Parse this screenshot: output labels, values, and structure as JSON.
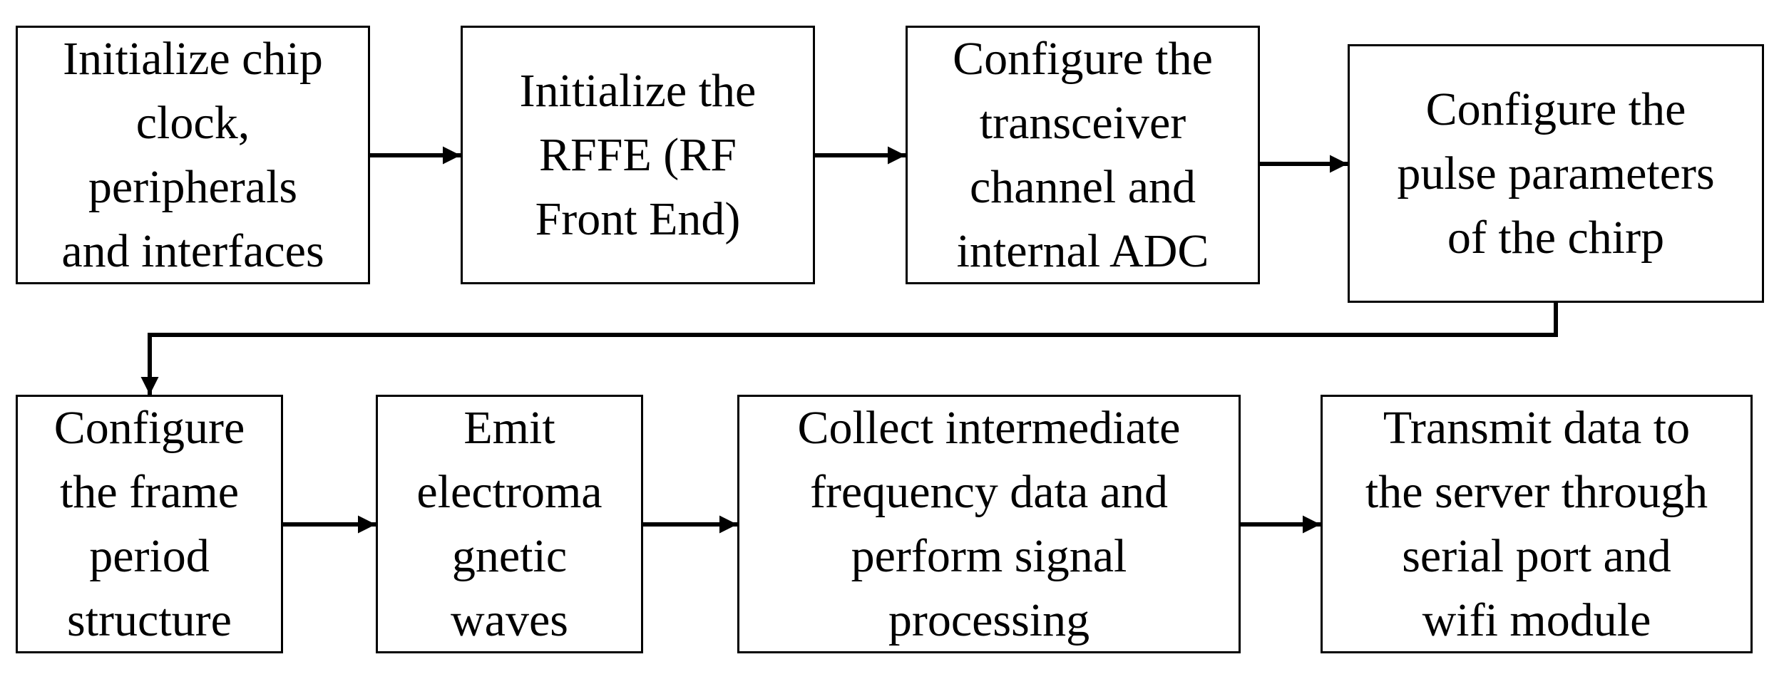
{
  "steps": [
    {
      "id": "init-chip",
      "label": "Initialize chip\nclock,\nperipherals\nand interfaces"
    },
    {
      "id": "init-rffe",
      "label": "Initialize the\nRFFE (RF\nFront End)"
    },
    {
      "id": "config-transceiver",
      "label": "Configure the\ntransceiver\nchannel and\ninternal ADC"
    },
    {
      "id": "config-pulse",
      "label": "Configure the\npulse parameters\nof the chirp"
    },
    {
      "id": "config-frame",
      "label": "Configure\nthe frame\nperiod\nstructure"
    },
    {
      "id": "emit-waves",
      "label": "Emit\nelectroma\ngnetic\nwaves"
    },
    {
      "id": "collect-if",
      "label": "Collect intermediate\nfrequency data and\nperform signal\nprocessing"
    },
    {
      "id": "transmit",
      "label": "Transmit data to\nthe server through\nserial port and\nwifi module"
    }
  ],
  "colors": {
    "stroke": "#000000",
    "background": "#ffffff"
  }
}
